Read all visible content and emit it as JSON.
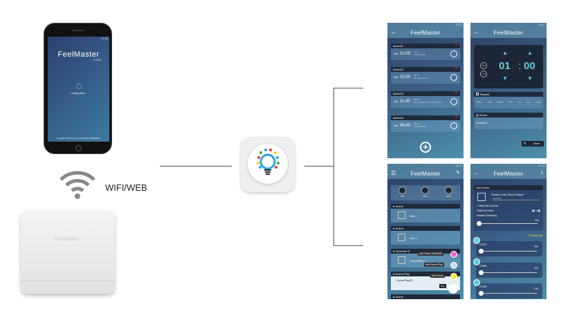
{
  "left": {
    "phone": {
      "status_time": "19:54",
      "app_name": "FeelMaster",
      "version": "V 2.0.8",
      "loading": "Loading data...",
      "copyright": "Copyright © 2013 Feelux.com ALL RIGHTS RESERVED"
    },
    "connection_label": "WIFI/WEB",
    "hub_brand": "FeelMaster"
  },
  "screens": [
    {
      "status_time": "19:31",
      "title": "FeelMaster",
      "alarms": [
        {
          "name": "Alarm01",
          "ampm": "AM",
          "time": "01:00",
          "level": "0 %",
          "days": "Thu Tue Sat"
        },
        {
          "name": "Alarm02",
          "ampm": "AM",
          "time": "02:55",
          "level": "50 %",
          "days": "Mon Thu Tue Fri"
        },
        {
          "name": "Alarm03",
          "ampm": "AM",
          "time": "11:45",
          "level": "100 %",
          "days": "Mon Thu Wed Tue Fri Sat Sun"
        },
        {
          "name": "Alarm04",
          "ampm": "AM",
          "time": "06:45",
          "level": "100 %",
          "days": "Thu Wed Tue"
        }
      ]
    },
    {
      "status_time": "19:47",
      "title": "FeelMaster",
      "am": "AM",
      "pm": "PM",
      "hour": "01",
      "minute": "00",
      "repeat": "Repeat",
      "days": [
        "Mon",
        "Tue",
        "Wed",
        "Thu",
        "Fri",
        "Sat",
        "Sun"
      ],
      "scene_label": "Scene",
      "scene_value": "Scene20",
      "save": "Save"
    },
    {
      "status_time": "19:47",
      "title": "FeelMaster",
      "levels": [
        "0 %",
        "50 %",
        "100 %"
      ],
      "items": [
        {
          "type": "Scene",
          "name": "test 1"
        },
        {
          "type": "Scene",
          "name": "test 2"
        },
        {
          "type": "Schedule S",
          "name": "ScenePlay 1"
        },
        {
          "type": "Scene Play",
          "name": "ScenePlay19"
        },
        {
          "type": "Scene",
          "name": ""
        }
      ],
      "tooltips": [
        "Add Scene Schedule",
        "Add Scene Play",
        "Add Scene"
      ],
      "play": "Play"
    },
    {
      "status_time": "19:33",
      "title": "FeelMaster",
      "add_scene": "Add Scene",
      "name_prompt": "Please enter Scene Name",
      "name_value": "Scene18",
      "hide": "Hide the Scene",
      "fade": "Fade the time",
      "fade_value": "1",
      "master": "Master Dimming",
      "master_value": "0%",
      "select_all": "Select All",
      "channels": [
        {
          "name": "CH07",
          "value": "0%"
        },
        {
          "name": "CH08",
          "value": "0%"
        },
        {
          "name": "CH09",
          "value": "0%"
        }
      ]
    }
  ]
}
